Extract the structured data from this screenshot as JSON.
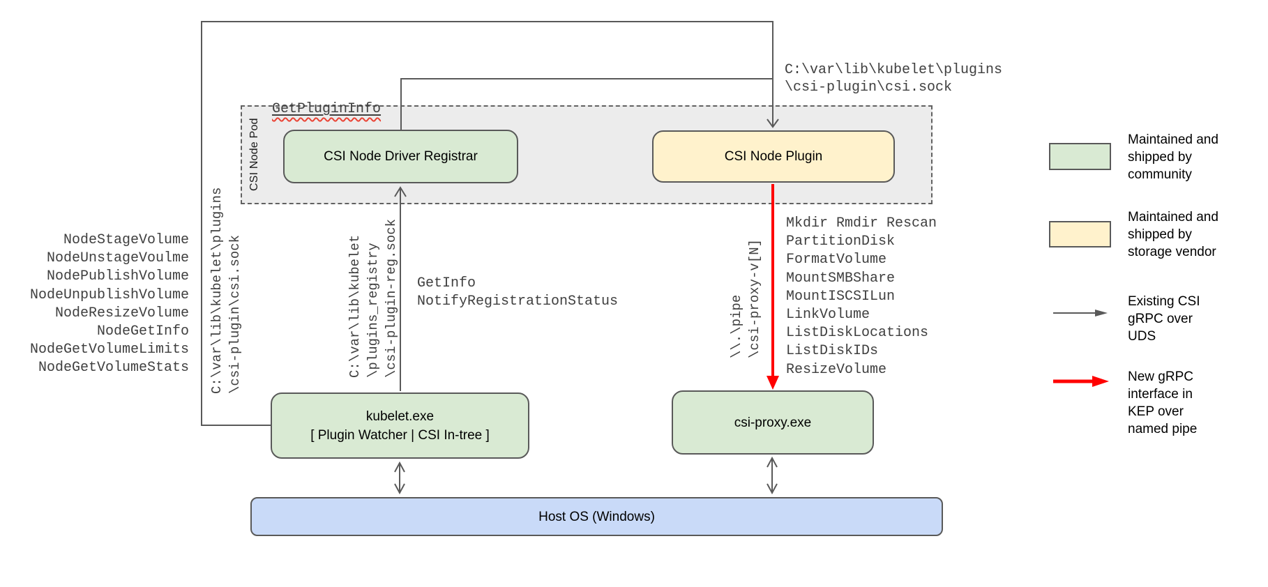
{
  "diagram": {
    "title_hint": "CSI Proxy for Windows architecture",
    "pod": {
      "label": "CSI Node Pod"
    },
    "boxes": {
      "registrar": {
        "label": "CSI Node Driver Registrar"
      },
      "plugin": {
        "label": "CSI Node Plugin"
      },
      "kubelet": {
        "label": "kubelet.exe\n[ Plugin Watcher | CSI In-tree ]"
      },
      "csi_proxy": {
        "label": "csi-proxy.exe"
      },
      "host_os": {
        "label": "Host OS (Windows)"
      }
    },
    "edge_labels": {
      "get_plugin_info": "GetPluginInfo",
      "csi_sock_top": "C:\\var\\lib\\kubelet\\plugins\n\\csi-plugin\\csi.sock",
      "csi_sock_left": "C:\\var\\lib\\kubelet\\plugins\n\\csi-plugin\\csi.sock",
      "registration_sock": "C:\\var\\lib\\kubelet\n\\plugins_registry\n\\csi-plugin-reg.sock",
      "registration_calls": "GetInfo\nNotifyRegistrationStatus",
      "named_pipe": "\\\\.\\pipe\n\\csi-proxy-v[N]"
    },
    "kubelet_csi_methods": [
      "NodeStageVolume",
      "NodeUnstageVoulme",
      "NodePublishVolume",
      "NodeUnpublishVolume",
      "NodeResizeVolume",
      "NodeGetInfo",
      "NodeGetVolumeLimits",
      "NodeGetVolumeStats"
    ],
    "csi_proxy_methods": [
      "Mkdir Rmdir Rescan",
      "PartitionDisk",
      "FormatVolume",
      "MountSMBShare",
      "MountISCSILun",
      "LinkVolume",
      "ListDiskLocations",
      "ListDiskIDs",
      "ResizeVolume"
    ]
  },
  "legend": {
    "items": [
      {
        "swatch": "green-box",
        "label": "Maintained and\nshipped by\ncommunity"
      },
      {
        "swatch": "yellow-box",
        "label": "Maintained and\nshipped by\nstorage vendor"
      },
      {
        "swatch": "gray-arrow",
        "label": "Existing CSI\ngRPC over\nUDS"
      },
      {
        "swatch": "red-arrow",
        "label": "New gRPC\ninterface in\nKEP over\nnamed pipe"
      }
    ]
  },
  "colors": {
    "community_green": "#D9EAD3",
    "vendor_yellow": "#FFF2CC",
    "host_os_blue": "#C9DAF8",
    "pod_background_gray": "#ECECEC",
    "connector_gray": "#595959",
    "new_grpc_red": "#FF0000",
    "spellcheck_squiggle_red": "#EA4335",
    "mono_text_gray": "#3F3F3F"
  }
}
